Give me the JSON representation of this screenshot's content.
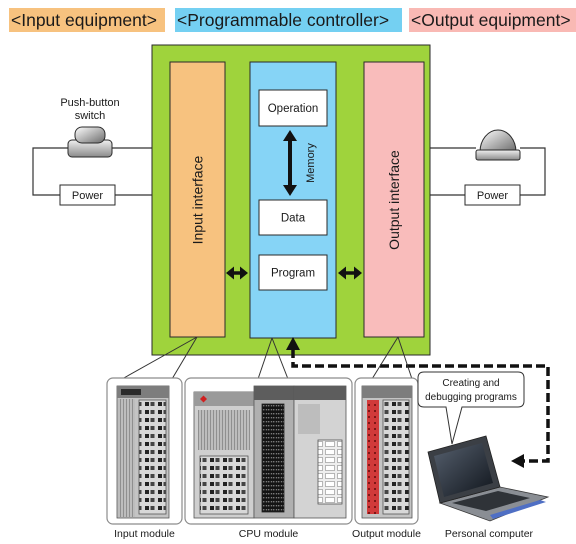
{
  "headers": [
    {
      "label": "<Input equipment>",
      "color": "#f7c27f"
    },
    {
      "label": "<Programmable controller>",
      "color": "#74d0f2"
    },
    {
      "label": "<Output equipment>",
      "color": "#f9b9b4"
    }
  ],
  "controller": {
    "color": "#9fd33c",
    "input_interface": {
      "label": "Input interface",
      "color": "#f7c27f"
    },
    "cpu": {
      "color": "#86d4f6",
      "operation": "Operation",
      "memory": "Memory",
      "data": "Data",
      "program": "Program"
    },
    "output_interface": {
      "label": "Output interface",
      "color": "#f9bcbb"
    }
  },
  "input_equipment": {
    "device_icon": "push-button-switch-icon",
    "device_label": [
      "Push-button",
      "switch"
    ],
    "power": "Power"
  },
  "output_equipment": {
    "device_icon": "lamp-icon",
    "power": "Power"
  },
  "programming": {
    "callout": [
      "Creating and",
      "debugging programs"
    ],
    "device_icon": "laptop-icon",
    "device_label": "Personal computer"
  },
  "modules": [
    {
      "label": "Input module",
      "icon": "input-module-icon"
    },
    {
      "label": "CPU module",
      "icon": "cpu-module-icon"
    },
    {
      "label": "Output module",
      "icon": "output-module-icon"
    }
  ]
}
